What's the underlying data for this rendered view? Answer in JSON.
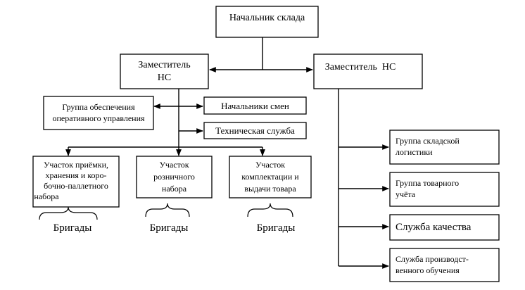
{
  "chief": {
    "label": "Начальник склада"
  },
  "deputy_left": {
    "line1": "Заместитель",
    "line2": "НС"
  },
  "deputy_right": {
    "label": "Заместитель  НС"
  },
  "ops_group": {
    "line1": "Группа обеспечения",
    "line2": "оперативного управления"
  },
  "shift_heads": {
    "label": "Начальники смен"
  },
  "tech_service": {
    "label": "Техническая служба"
  },
  "section_receiving": {
    "line1": "Участок приёмки,",
    "line2": "хранения и коро-",
    "line3": "бочно-паллетного",
    "line4": "набора"
  },
  "section_retail": {
    "line1": "Участок",
    "line2": "розничного",
    "line3": "набора"
  },
  "section_picking": {
    "line1": "Участок",
    "line2": "комплектации и",
    "line3": "выдачи товара"
  },
  "brigades": [
    "Бригады",
    "Бригады",
    "Бригады"
  ],
  "logistics_group": {
    "line1": "Группа складской",
    "line2": "логистики"
  },
  "accounting_group": {
    "line1": "Группа товарного",
    "line2": "учёта"
  },
  "quality_service": {
    "label": "Служба качества"
  },
  "training_service": {
    "line1": "Служба производст-",
    "line2": "венного обучения"
  }
}
